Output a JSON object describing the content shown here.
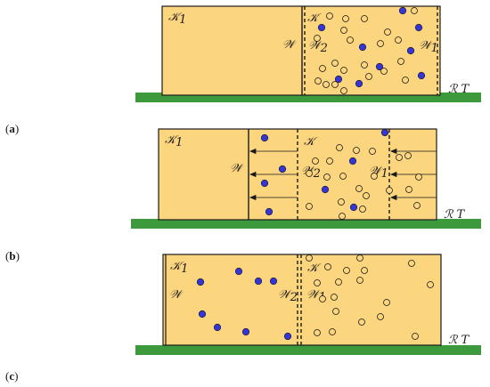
{
  "panels": [
    {
      "id": "a",
      "label_open": "(",
      "label_letter": "a",
      "label_close": ")",
      "left_box_label": "𝒦",
      "left_box_sub": "1",
      "right_box_label": "𝒦",
      "w_label": "𝒲",
      "w2_label": "𝒲",
      "w2_sub": "2",
      "w1_label": "𝒲",
      "w1_sub": "1",
      "rt_label": "ℛ T"
    },
    {
      "id": "b",
      "label_open": "(",
      "label_letter": "b",
      "label_close": ")",
      "left_box_label": "𝒦",
      "left_box_sub": "1",
      "right_box_label": "𝒦",
      "w_label": "𝒲",
      "w2_label": "𝒲",
      "w2_sub": "2",
      "w1_label": "𝒲",
      "w1_sub": "1",
      "rt_label": "ℛ T"
    },
    {
      "id": "c",
      "label_open": "(",
      "label_letter": "c",
      "label_close": ")",
      "left_box_label": "𝒦",
      "left_box_sub": "1",
      "right_box_label": "𝒦",
      "w_label": "𝒲",
      "w2_label": "𝒲",
      "w2_sub": "2",
      "w1_label": "𝒲",
      "w1_sub": "1",
      "rt_label": "ℛ T"
    }
  ],
  "colors": {
    "box_fill": "#fcd57f",
    "ground": "#3c9a3c",
    "filled_particle": "#3535d6",
    "hollow_particle": "#fcd57f",
    "stroke": "#1a1a1a"
  }
}
